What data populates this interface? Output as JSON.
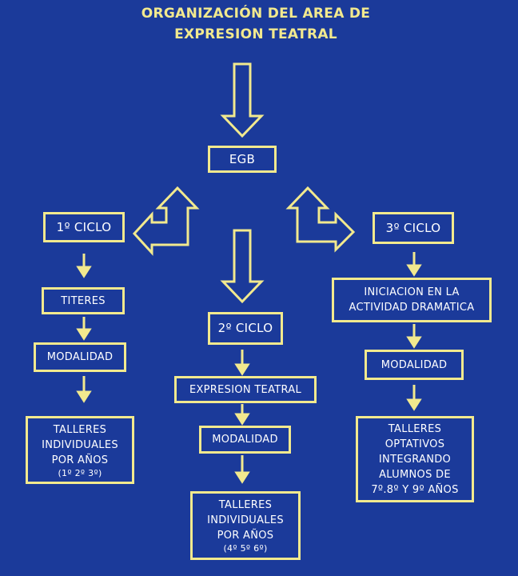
{
  "title": {
    "line1": "ORGANIZACIÓN DEL AREA DE",
    "line2": "EXPRESION TEATRAL"
  },
  "nodes": {
    "egb": "EGB",
    "ciclo1": "1º CICLO",
    "ciclo2": "2º CICLO",
    "ciclo3": "3º CICLO",
    "titeres": "TITERES",
    "modalidad1": "MODALIDAD",
    "talleres1": [
      "TALLERES",
      "INDIVIDUALES",
      "POR AÑOS",
      "(1º 2º 3º)"
    ],
    "expresion": "EXPRESION TEATRAL",
    "modalidad2": "MODALIDAD",
    "talleres2": [
      "TALLERES",
      "INDIVIDUALES",
      "POR AÑOS",
      "(4º 5º 6º)"
    ],
    "iniciacion": [
      "INICIACION EN LA",
      "ACTIVIDAD DRAMATICA"
    ],
    "modalidad3": "MODALIDAD",
    "talleres3": [
      "TALLERES",
      "OPTATIVOS",
      "INTEGRANDO",
      "ALUMNOS DE",
      "7º.8º Y 9º AÑOS"
    ]
  },
  "colors": {
    "background": "#1b3a9a",
    "border": "#f2e98e",
    "title": "#f2e98e",
    "text": "#ffffff"
  }
}
